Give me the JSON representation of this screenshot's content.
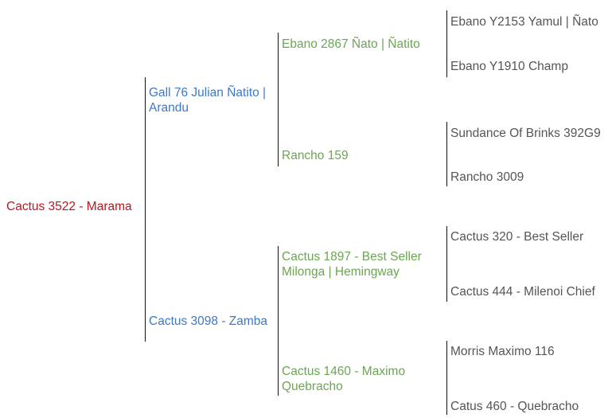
{
  "root": {
    "name": "Cactus 3522 - Marama"
  },
  "parents": [
    {
      "name_line1": "Gall 76 Julian Ñatito |",
      "name_line2": "Arandu"
    },
    {
      "name_line1": "Cactus 3098 - Zamba"
    }
  ],
  "grandparents": [
    {
      "name_line1": "Ebano 2867 Ñato | Ñatito"
    },
    {
      "name_line1": "Rancho 159"
    },
    {
      "name_line1": "Cactus 1897 - Best Seller",
      "name_line2": "Milonga | Hemingway"
    },
    {
      "name_line1": "Cactus 1460 - Maximo",
      "name_line2": "Quebracho"
    }
  ],
  "great_grandparents": [
    "Ebano Y2153 Yamul | Ñato",
    "Ebano Y1910 Champ",
    "Sundance Of Brinks 392G9",
    "Rancho 3009",
    "Cactus 320 - Best Seller",
    "Cactus 444 - Milenoi Chief",
    "Morris Maximo 116",
    "Catus 460 - Quebracho"
  ],
  "colors": {
    "root": "#c0141b",
    "parents": "#3d78c8",
    "grandparents": "#6aa653",
    "great_grandparents": "#555555"
  }
}
